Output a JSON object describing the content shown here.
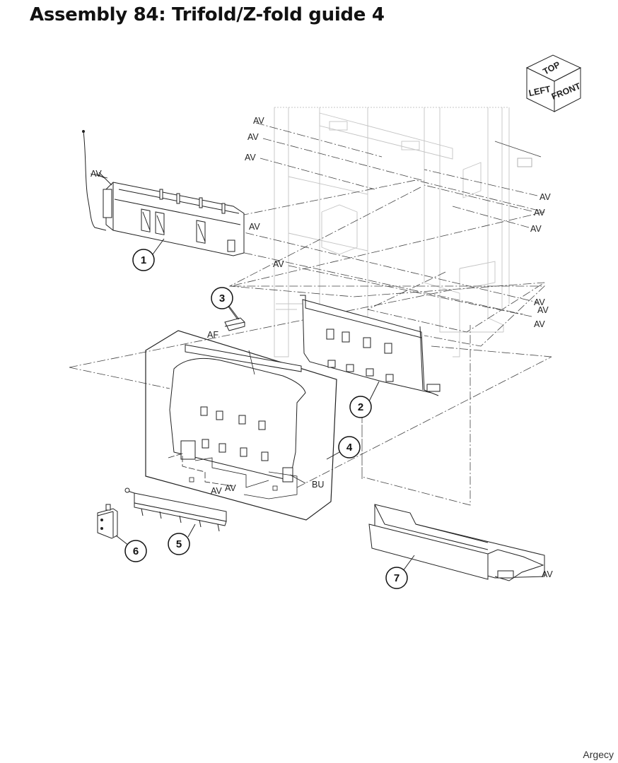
{
  "title": "Assembly 84: Trifold/Z-fold guide 4",
  "orientation_cube": {
    "top": "TOP",
    "left": "LEFT",
    "front": "FRONT"
  },
  "callouts": [
    "1",
    "2",
    "3",
    "4",
    "5",
    "6",
    "7"
  ],
  "connector_labels": {
    "av": "AV",
    "af": "AF",
    "bu": "BU"
  },
  "footer": "Argecy"
}
